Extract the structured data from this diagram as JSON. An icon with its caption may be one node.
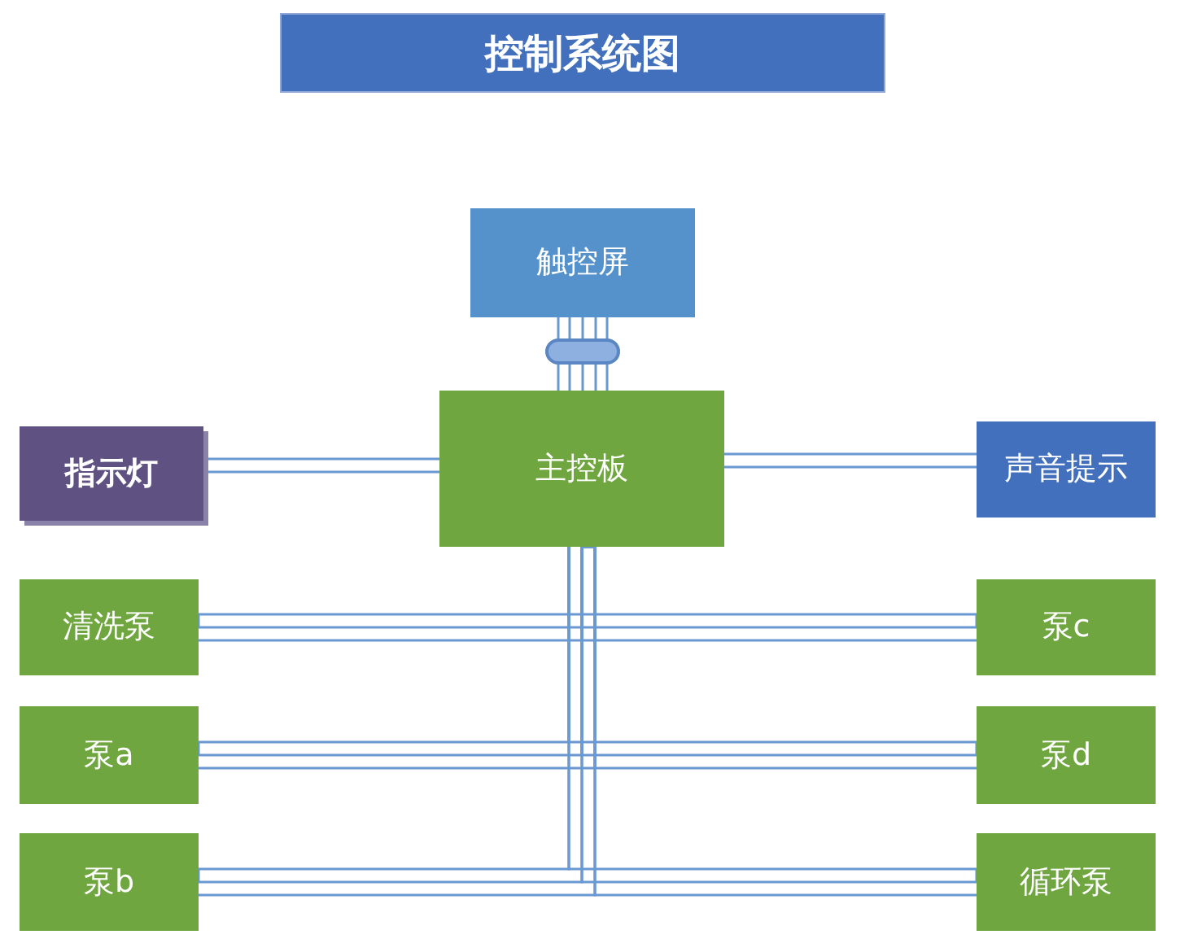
{
  "diagram": {
    "title": "控制系统图",
    "nodes": [
      {
        "text": [
          "触控屏"
        ]
      },
      {
        "text": [],
        "shape": "capsule"
      },
      {
        "text": [
          "主控板"
        ]
      },
      {
        "text": [
          "指示灯"
        ]
      },
      {
        "text": [
          "声音提示"
        ]
      },
      {
        "text": [
          "清洗泵"
        ]
      },
      {
        "text": [
          "泵c"
        ]
      },
      {
        "text": [
          "泵a"
        ]
      },
      {
        "text": [
          "泵d"
        ]
      },
      {
        "text": [
          "泵b"
        ]
      },
      {
        "text": [
          "循环泵"
        ]
      }
    ],
    "edges": [
      {
        "from": 0,
        "to": 1,
        "arrow": "none"
      },
      {
        "from": 1,
        "to": 2,
        "arrow": "none"
      },
      {
        "from": 3,
        "to": 2,
        "arrow": "none"
      },
      {
        "from": 2,
        "to": 4,
        "arrow": "none"
      },
      {
        "from": 2,
        "to": 5,
        "arrow": "none"
      },
      {
        "from": 2,
        "to": 6,
        "arrow": "none"
      },
      {
        "from": 2,
        "to": 7,
        "arrow": "none"
      },
      {
        "from": 2,
        "to": 8,
        "arrow": "none"
      },
      {
        "from": 2,
        "to": 9,
        "arrow": "none"
      },
      {
        "from": 2,
        "to": 10,
        "arrow": "none"
      }
    ]
  }
}
